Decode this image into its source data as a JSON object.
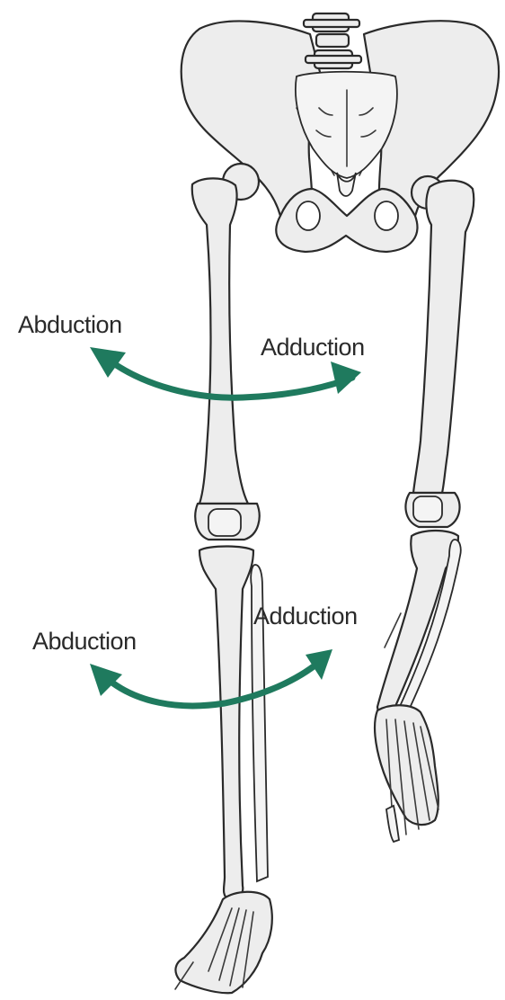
{
  "labels": {
    "hip_abduction": "Abduction",
    "hip_adduction": "Adduction",
    "knee_abduction": "Abduction",
    "knee_adduction": "Adduction"
  },
  "colors": {
    "arrow": "#1f7a5e",
    "bone_fill": "#ededed",
    "bone_outline": "#2a2a2a"
  }
}
